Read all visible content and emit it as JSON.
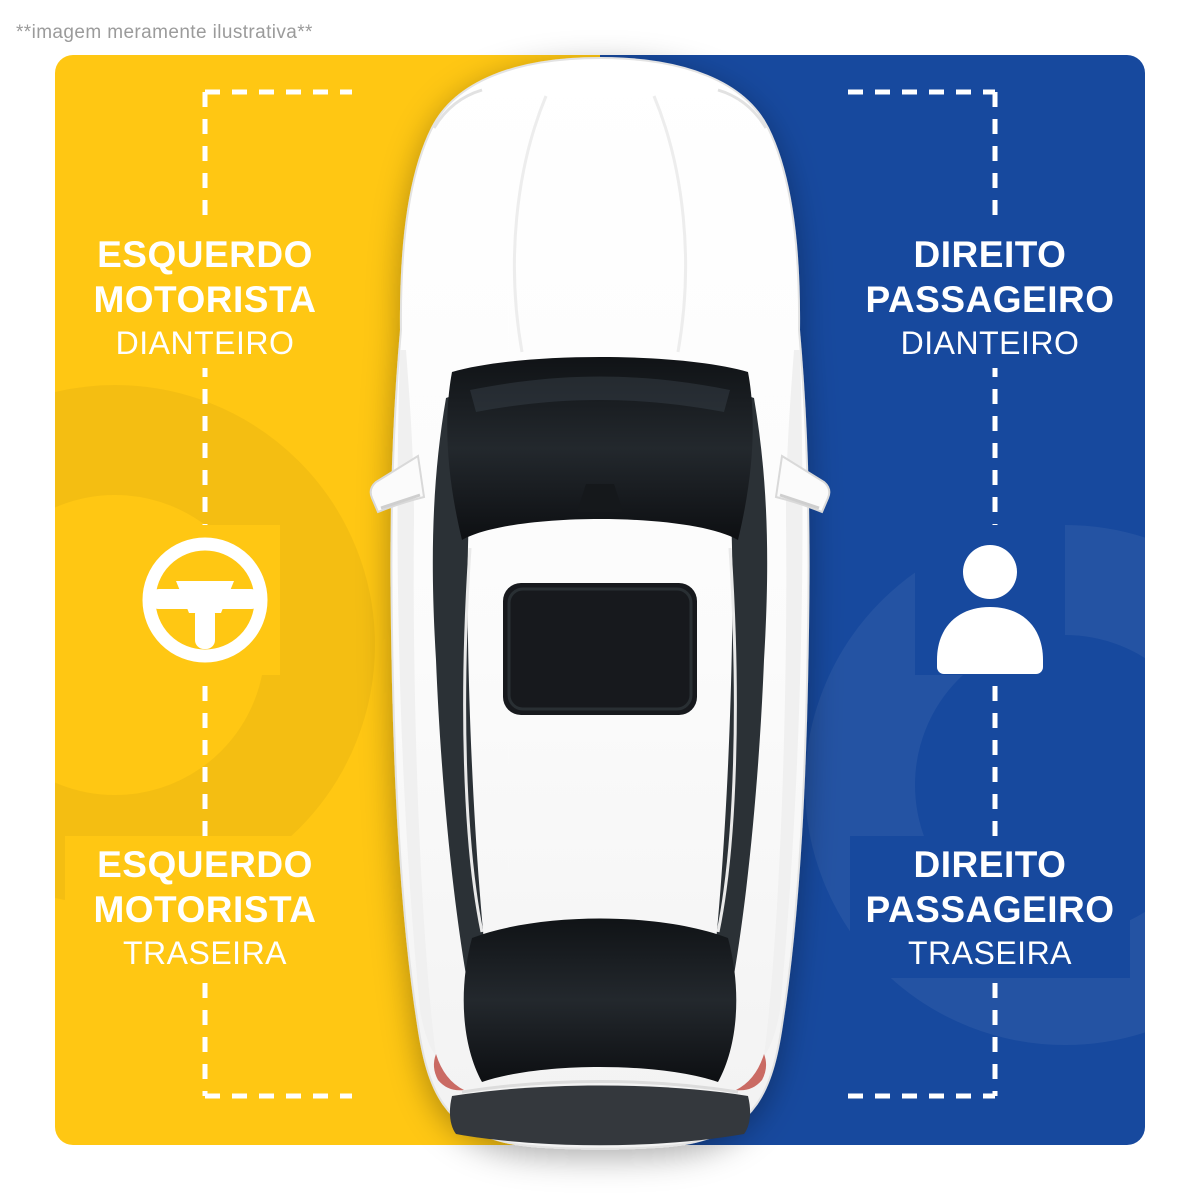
{
  "disclaimer": "**imagem meramente ilustrativa**",
  "colors": {
    "left_bg": "#FFC713",
    "right_bg": "#17499E",
    "label_text": "#FFFFFF",
    "disclaimer_text": "#9B9B9B",
    "dash": "#FFFFFF"
  },
  "labels": {
    "front_left": {
      "line1": "ESQUERDO",
      "line2": "MOTORISTA",
      "line3": "DIANTEIRO"
    },
    "front_right": {
      "line1": "DIREITO",
      "line2": "PASSAGEIRO",
      "line3": "DIANTEIRO"
    },
    "rear_left": {
      "line1": "ESQUERDO",
      "line2": "MOTORISTA",
      "line3": "TRASEIRA"
    },
    "rear_right": {
      "line1": "DIREITO",
      "line2": "PASSAGEIRO",
      "line3": "TRASEIRA"
    }
  },
  "icons": {
    "left": "steering-wheel-icon",
    "right": "person-icon"
  }
}
